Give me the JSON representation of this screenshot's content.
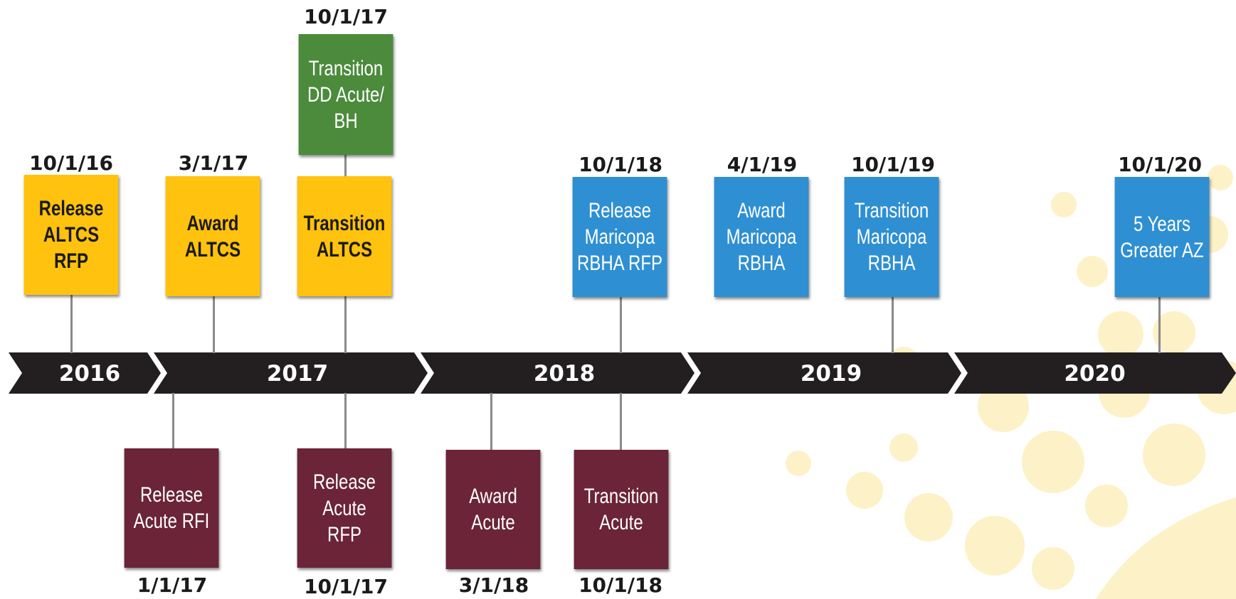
{
  "timeline": {
    "years": [
      "2016",
      "2017",
      "2018",
      "2019",
      "2020"
    ]
  },
  "milestones": {
    "release_altcs_rfp": {
      "date": "10/1/16",
      "label": "Release\nALTCS\nRFP"
    },
    "award_altcs": {
      "date": "3/1/17",
      "label": "Award\nALTCS"
    },
    "transition_altcs": {
      "label": "Transition\nALTCS"
    },
    "transition_dd_acute_bh": {
      "date": "10/1/17",
      "label": "Transition\nDD Acute/\nBH"
    },
    "release_maricopa_rbha_rfp": {
      "date": "10/1/18",
      "label": "Release\nMaricopa\nRBHA RFP"
    },
    "award_maricopa_rbha": {
      "date": "4/1/19",
      "label": "Award\nMaricopa\nRBHA"
    },
    "transition_maricopa_rbha": {
      "date": "10/1/19",
      "label": "Transition\nMaricopa\nRBHA"
    },
    "five_years_greater_az": {
      "date": "10/1/20",
      "label": "5 Years\nGreater AZ"
    },
    "release_acute_rfi": {
      "date": "1/1/17",
      "label": "Release\nAcute RFI"
    },
    "release_acute_rfp": {
      "date": "10/1/17",
      "label": "Release\nAcute\nRFP"
    },
    "award_acute": {
      "date": "3/1/18",
      "label": "Award\nAcute"
    },
    "transition_acute": {
      "date": "10/1/18",
      "label": "Transition\nAcute"
    }
  },
  "colors": {
    "alctcs_yellow": "#ffc20e",
    "dd_green": "#4b8b3b",
    "rbha_blue": "#2f8fd3",
    "acute_maroon": "#6b2438",
    "timeline_bar": "#231f20",
    "decor_circles": "#fdf1c7"
  }
}
